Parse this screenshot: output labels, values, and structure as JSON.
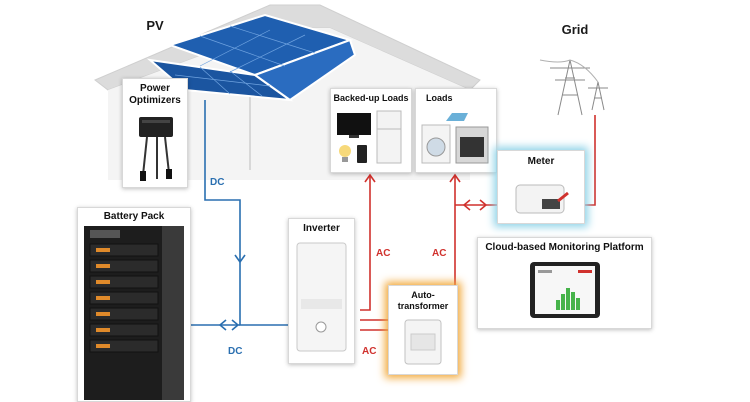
{
  "labels": {
    "pv": "PV",
    "grid": "Grid",
    "power_optimizers": "Power\nOptimizers",
    "battery_pack": "Battery Pack",
    "inverter": "Inverter",
    "backed_up_loads": "Backed-up Loads",
    "loads": "Loads",
    "meter": "Meter",
    "auto_transformer": "Auto-\ntransformer",
    "monitoring": "Cloud-based Monitoring Platform"
  },
  "connections": {
    "dc_pv": "DC",
    "dc_battery": "DC",
    "ac_backed": "AC",
    "ac_loads": "AC",
    "ac_transformer": "AC"
  },
  "colors": {
    "dc_line": "#2a6fb0",
    "ac_line": "#d0312d",
    "meter_glow": "#8fd3e8",
    "transformer_glow": "#f2a93b",
    "panel_blue": "#1f5fb0",
    "roof_gray": "#e6e6e6"
  },
  "icons": [
    "solar-panel-icon",
    "power-optimizer-icon",
    "transmission-tower-icon",
    "battery-rack-icon",
    "inverter-icon",
    "tv-icon",
    "fridge-icon",
    "lightbulb-icon",
    "phone-icon",
    "washer-icon",
    "iron-icon",
    "oven-icon",
    "meter-icon",
    "autotransformer-icon",
    "tablet-icon"
  ]
}
